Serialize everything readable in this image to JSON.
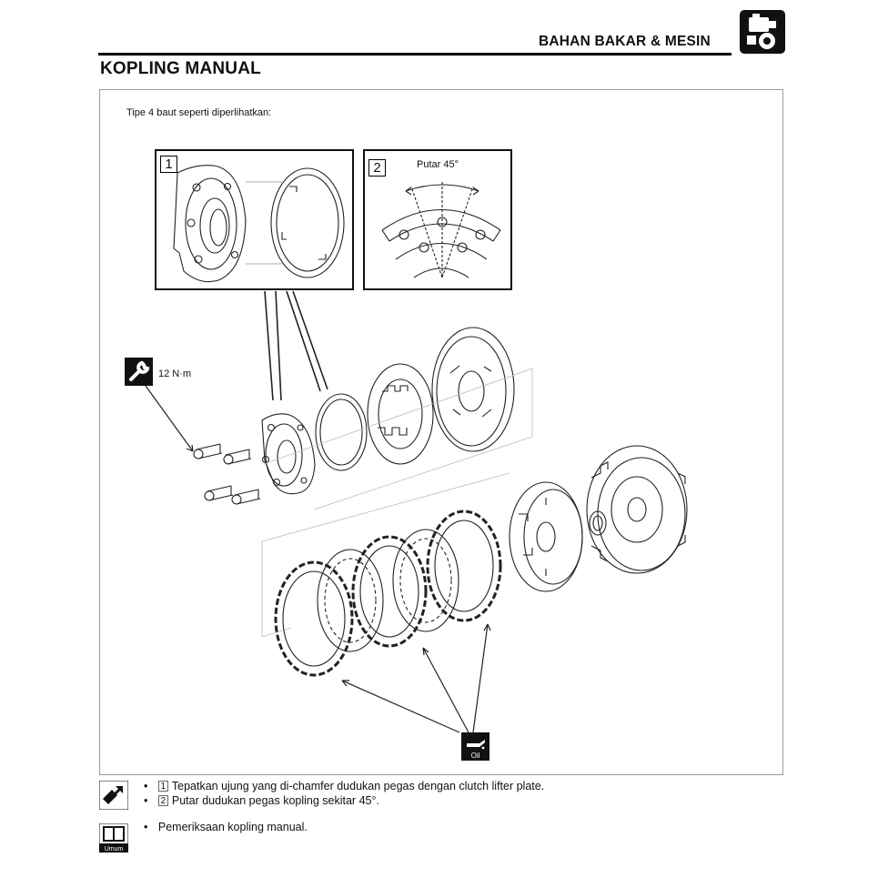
{
  "header": {
    "section_title": "BAHAN BAKAR & MESIN",
    "page_title": "KOPLING MANUAL"
  },
  "figure": {
    "intro": "Tipe 4 baut seperti diperlihatkan:",
    "inset1_number": "1",
    "inset2_number": "2",
    "inset2_caption": "Putar 45°",
    "torque": "12 N·m",
    "oil_label": "Oil"
  },
  "notes": {
    "item1_number": "1",
    "item1": "Tepatkan ujung yang di-chamfer dudukan pegas dengan clutch lifter plate.",
    "item2_number": "2",
    "item2": "Putar dudukan pegas kopling sekitar 45°.",
    "ref_item": "Pemeriksaan kopling manual.",
    "ref_icon_label": "Umum"
  },
  "icons": {
    "section": "engine-fuel-icon",
    "torque": "wrench-icon",
    "oil": "oil-can-icon",
    "tip": "hand-tip-icon",
    "reference": "book-icon"
  },
  "colors": {
    "ink": "#111111",
    "frame": "#9a9a9a"
  }
}
